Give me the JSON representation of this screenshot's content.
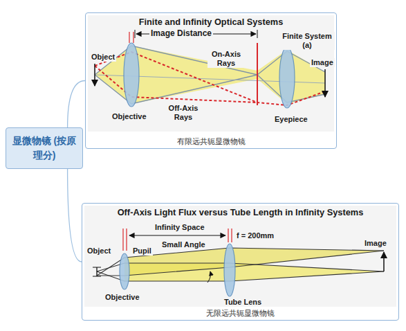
{
  "diagram": {
    "nodes": [
      {
        "text": [
          "显微物镜 (按原理分)"
        ]
      },
      {
        "text": [
          "Finite and Infinity Optical Systems",
          "有限远共轭显微物镜"
        ]
      },
      {
        "text": [
          "Off-Axis Light Flux versus Tube Length in Infinity Systems",
          "无限远共轭显微物镜"
        ]
      }
    ],
    "edges": [
      {
        "from": 0,
        "to": 1,
        "arrow": "none"
      },
      {
        "from": 0,
        "to": 2,
        "arrow": "none"
      }
    ],
    "labels": [
      "Image Distance",
      "Object",
      "On-Axis Rays",
      "Finite System (a)",
      "Image",
      "Objective",
      "Off-Axis Rays",
      "Eyepiece",
      "Infinity Space",
      "f = 200mm",
      "Object",
      "Pupil",
      "Small Angle",
      "Image",
      "Objective",
      "Tube Lens"
    ]
  }
}
